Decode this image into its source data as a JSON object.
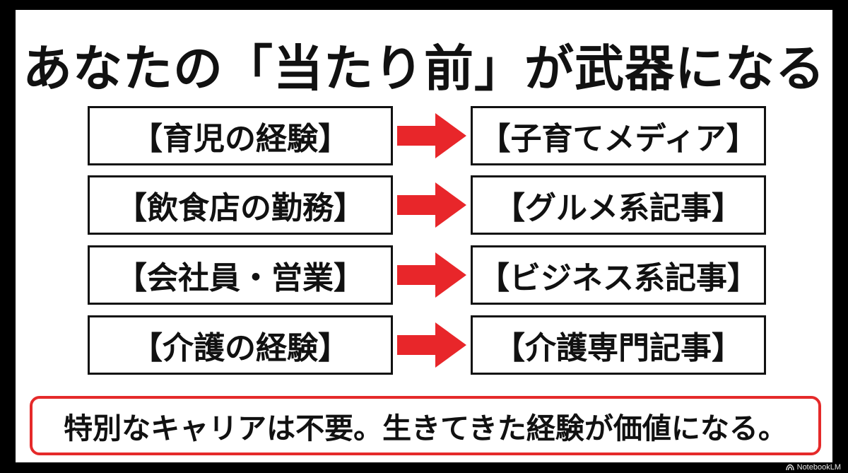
{
  "slide": {
    "title": "あなたの「当たり前」が武器になる",
    "rows": [
      {
        "from": "【育児の経験】",
        "to": "【子育てメディア】"
      },
      {
        "from": "【飲食店の勤務】",
        "to": "【グルメ系記事】"
      },
      {
        "from": "【会社員・営業】",
        "to": "【ビジネス系記事】"
      },
      {
        "from": "【介護の経験】",
        "to": "【介護専門記事】"
      }
    ],
    "note": "特別なキャリアは不要。生きてきた経験が価値になる。"
  },
  "watermark": {
    "label": "NotebookLM",
    "icon": "notebooklm-logo-icon"
  },
  "colors": {
    "arrow": "#e8262a",
    "note_border": "#e52a2a",
    "text": "#111111",
    "background": "#ffffff",
    "frame": "#000000"
  }
}
